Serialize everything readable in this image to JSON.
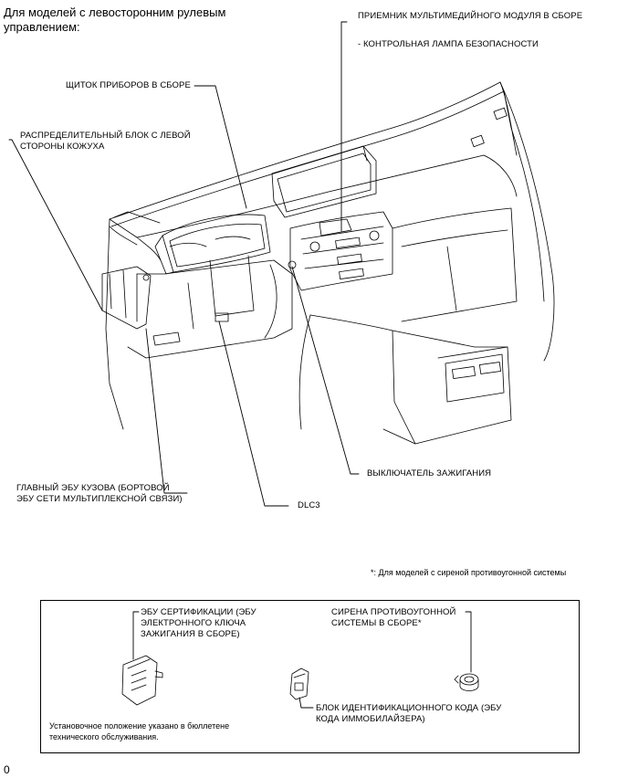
{
  "heading": "Для моделей с левосторонним рулевым управлением:",
  "labels": {
    "receiver": "ПРИЕМНИК МУЛЬТИМЕДИЙНОГО МОДУЛЯ В СБОРЕ",
    "security_lamp": "- КОНТРОЛЬНАЯ ЛАМПА БЕЗОПАСНОСТИ",
    "instrument_panel": "ЩИТОК ПРИБОРОВ В СБОРЕ",
    "junction_block": "РАСПРЕДЕЛИТЕЛЬНЫЙ БЛОК С ЛЕВОЙ СТОРОНЫ КОЖУХА",
    "body_ecu": "ГЛАВНЫЙ ЭБУ КУЗОВА (БОРТОВОЙ ЭБУ СЕТИ МУЛЬТИПЛЕКСНОЙ СВЯЗИ)",
    "dlc3": "DLC3",
    "ignition_switch": "ВЫКЛЮЧАТЕЛЬ ЗАЖИГАНИЯ"
  },
  "footnote": "*: Для моделей с сиреной противоугонной системы",
  "inset": {
    "cert_ecu": "ЭБУ СЕРТИФИКАЦИИ (ЭБУ ЭЛЕКТРОННОГО КЛЮЧА ЗАЖИГАНИЯ В СБОРЕ)",
    "siren": "СИРЕНА ПРОТИВОУГОННОЙ СИСТЕМЫ В СБОРЕ*",
    "id_code_box": "БЛОК ИДЕНТИФИКАЦИОННОГО КОДА (ЭБУ КОДА ИММОБИЛАЙЗЕРА)",
    "install_note": "Установочное положение указано в бюллетене технического обслуживания."
  },
  "page_number": "0"
}
